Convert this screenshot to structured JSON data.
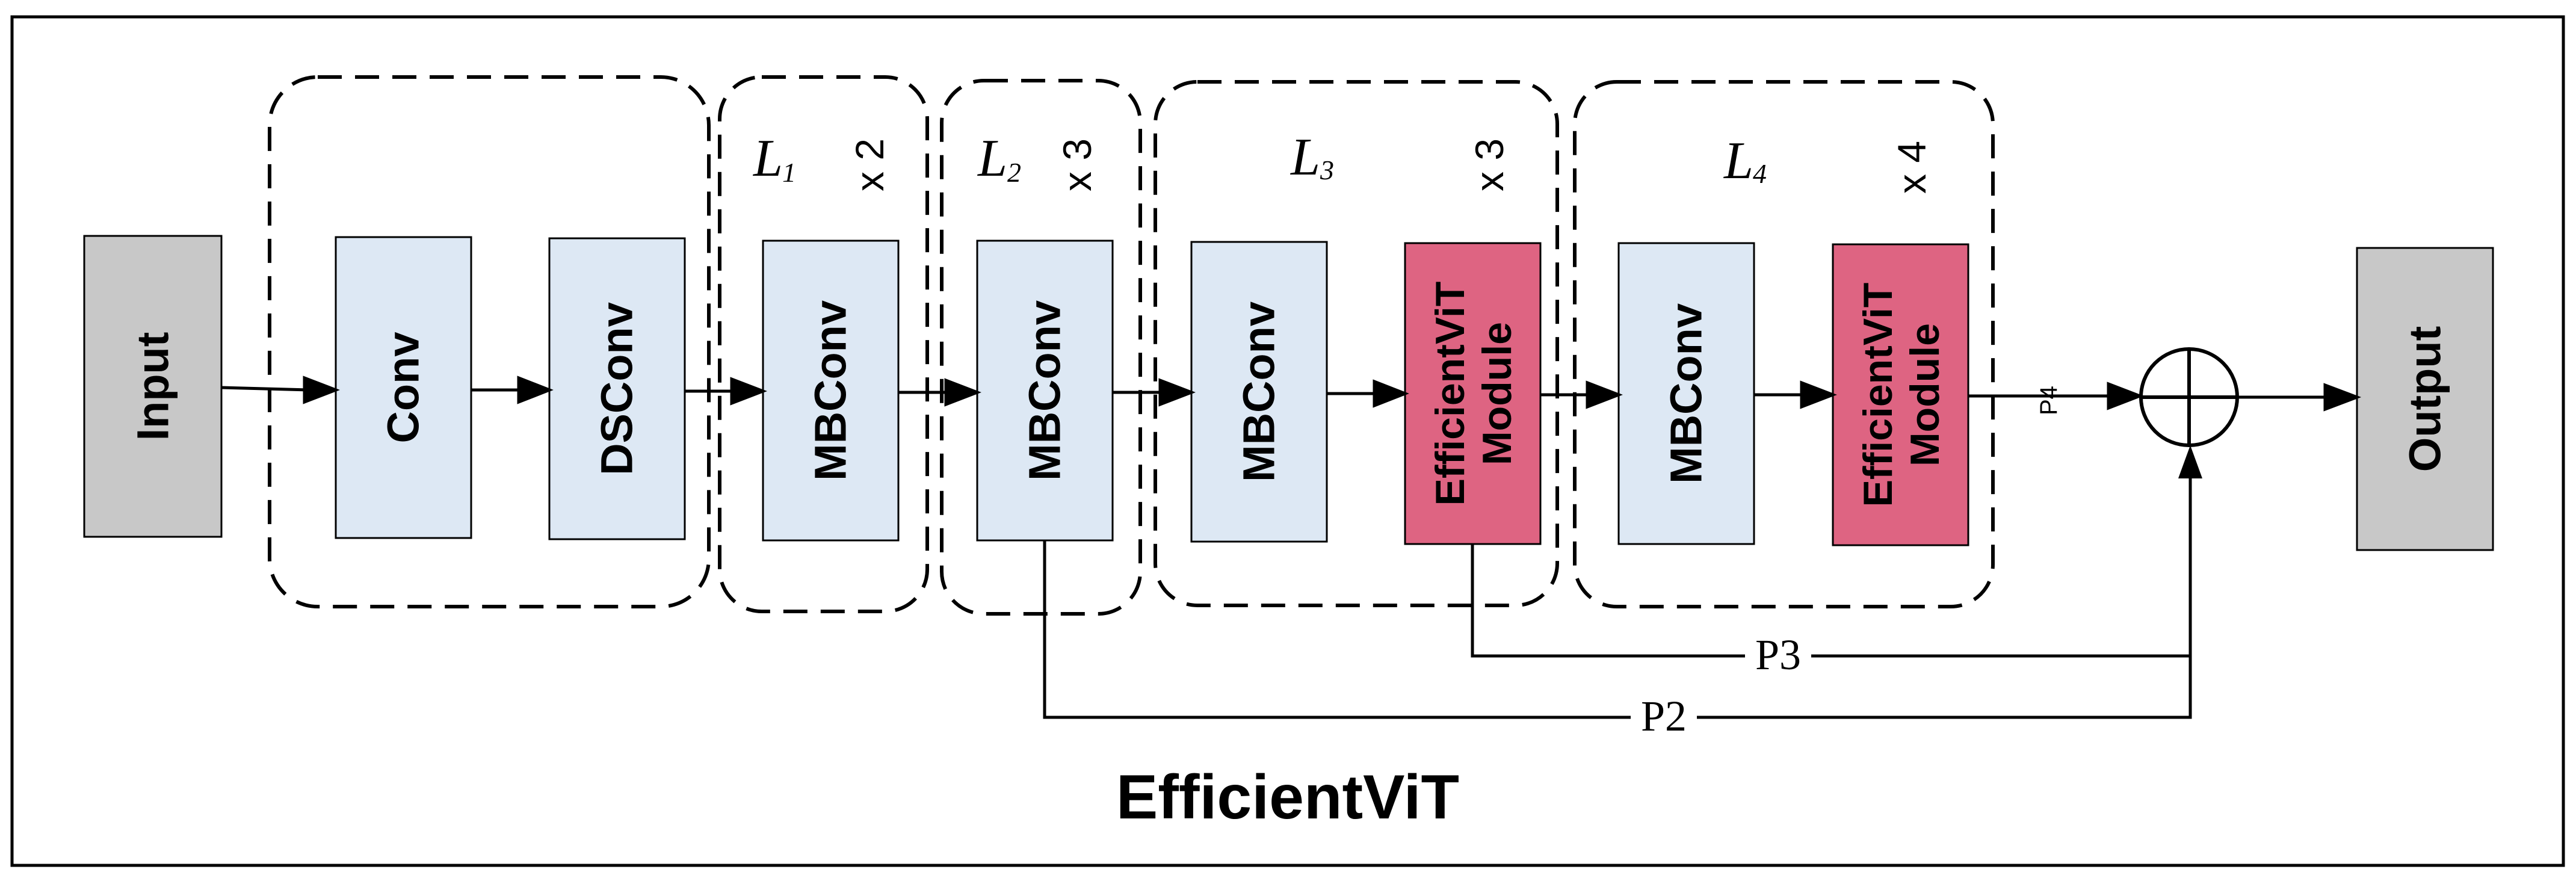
{
  "title": "EfficientViT",
  "colors": {
    "gray_block": "#c8c8c8",
    "blue_block": "#dde8f4",
    "red_block": "#de6482",
    "stroke": "#000000"
  },
  "blocks": {
    "input": "Input",
    "conv": "Conv",
    "dsconv": "DSConv",
    "mbconv1": "MBConv",
    "mbconv2": "MBConv",
    "mbconv3": "MBConv",
    "evit3_line1": "EfficientViT",
    "evit3_line2": "Module",
    "mbconv4": "MBConv",
    "evit4_line1": "EfficientViT",
    "evit4_line2": "Module",
    "output": "Output"
  },
  "stages": {
    "l1": {
      "name": "L",
      "sub": "1",
      "repeat": "x 2"
    },
    "l2": {
      "name": "L",
      "sub": "2",
      "repeat": "x 3"
    },
    "l3": {
      "name": "L",
      "sub": "3",
      "repeat": "x 3"
    },
    "l4": {
      "name": "L",
      "sub": "4",
      "repeat": "x 4"
    }
  },
  "paths": {
    "p2": "P2",
    "p3": "P3",
    "p4": "P4"
  },
  "icons": {
    "sum": "circle-plus-icon"
  }
}
